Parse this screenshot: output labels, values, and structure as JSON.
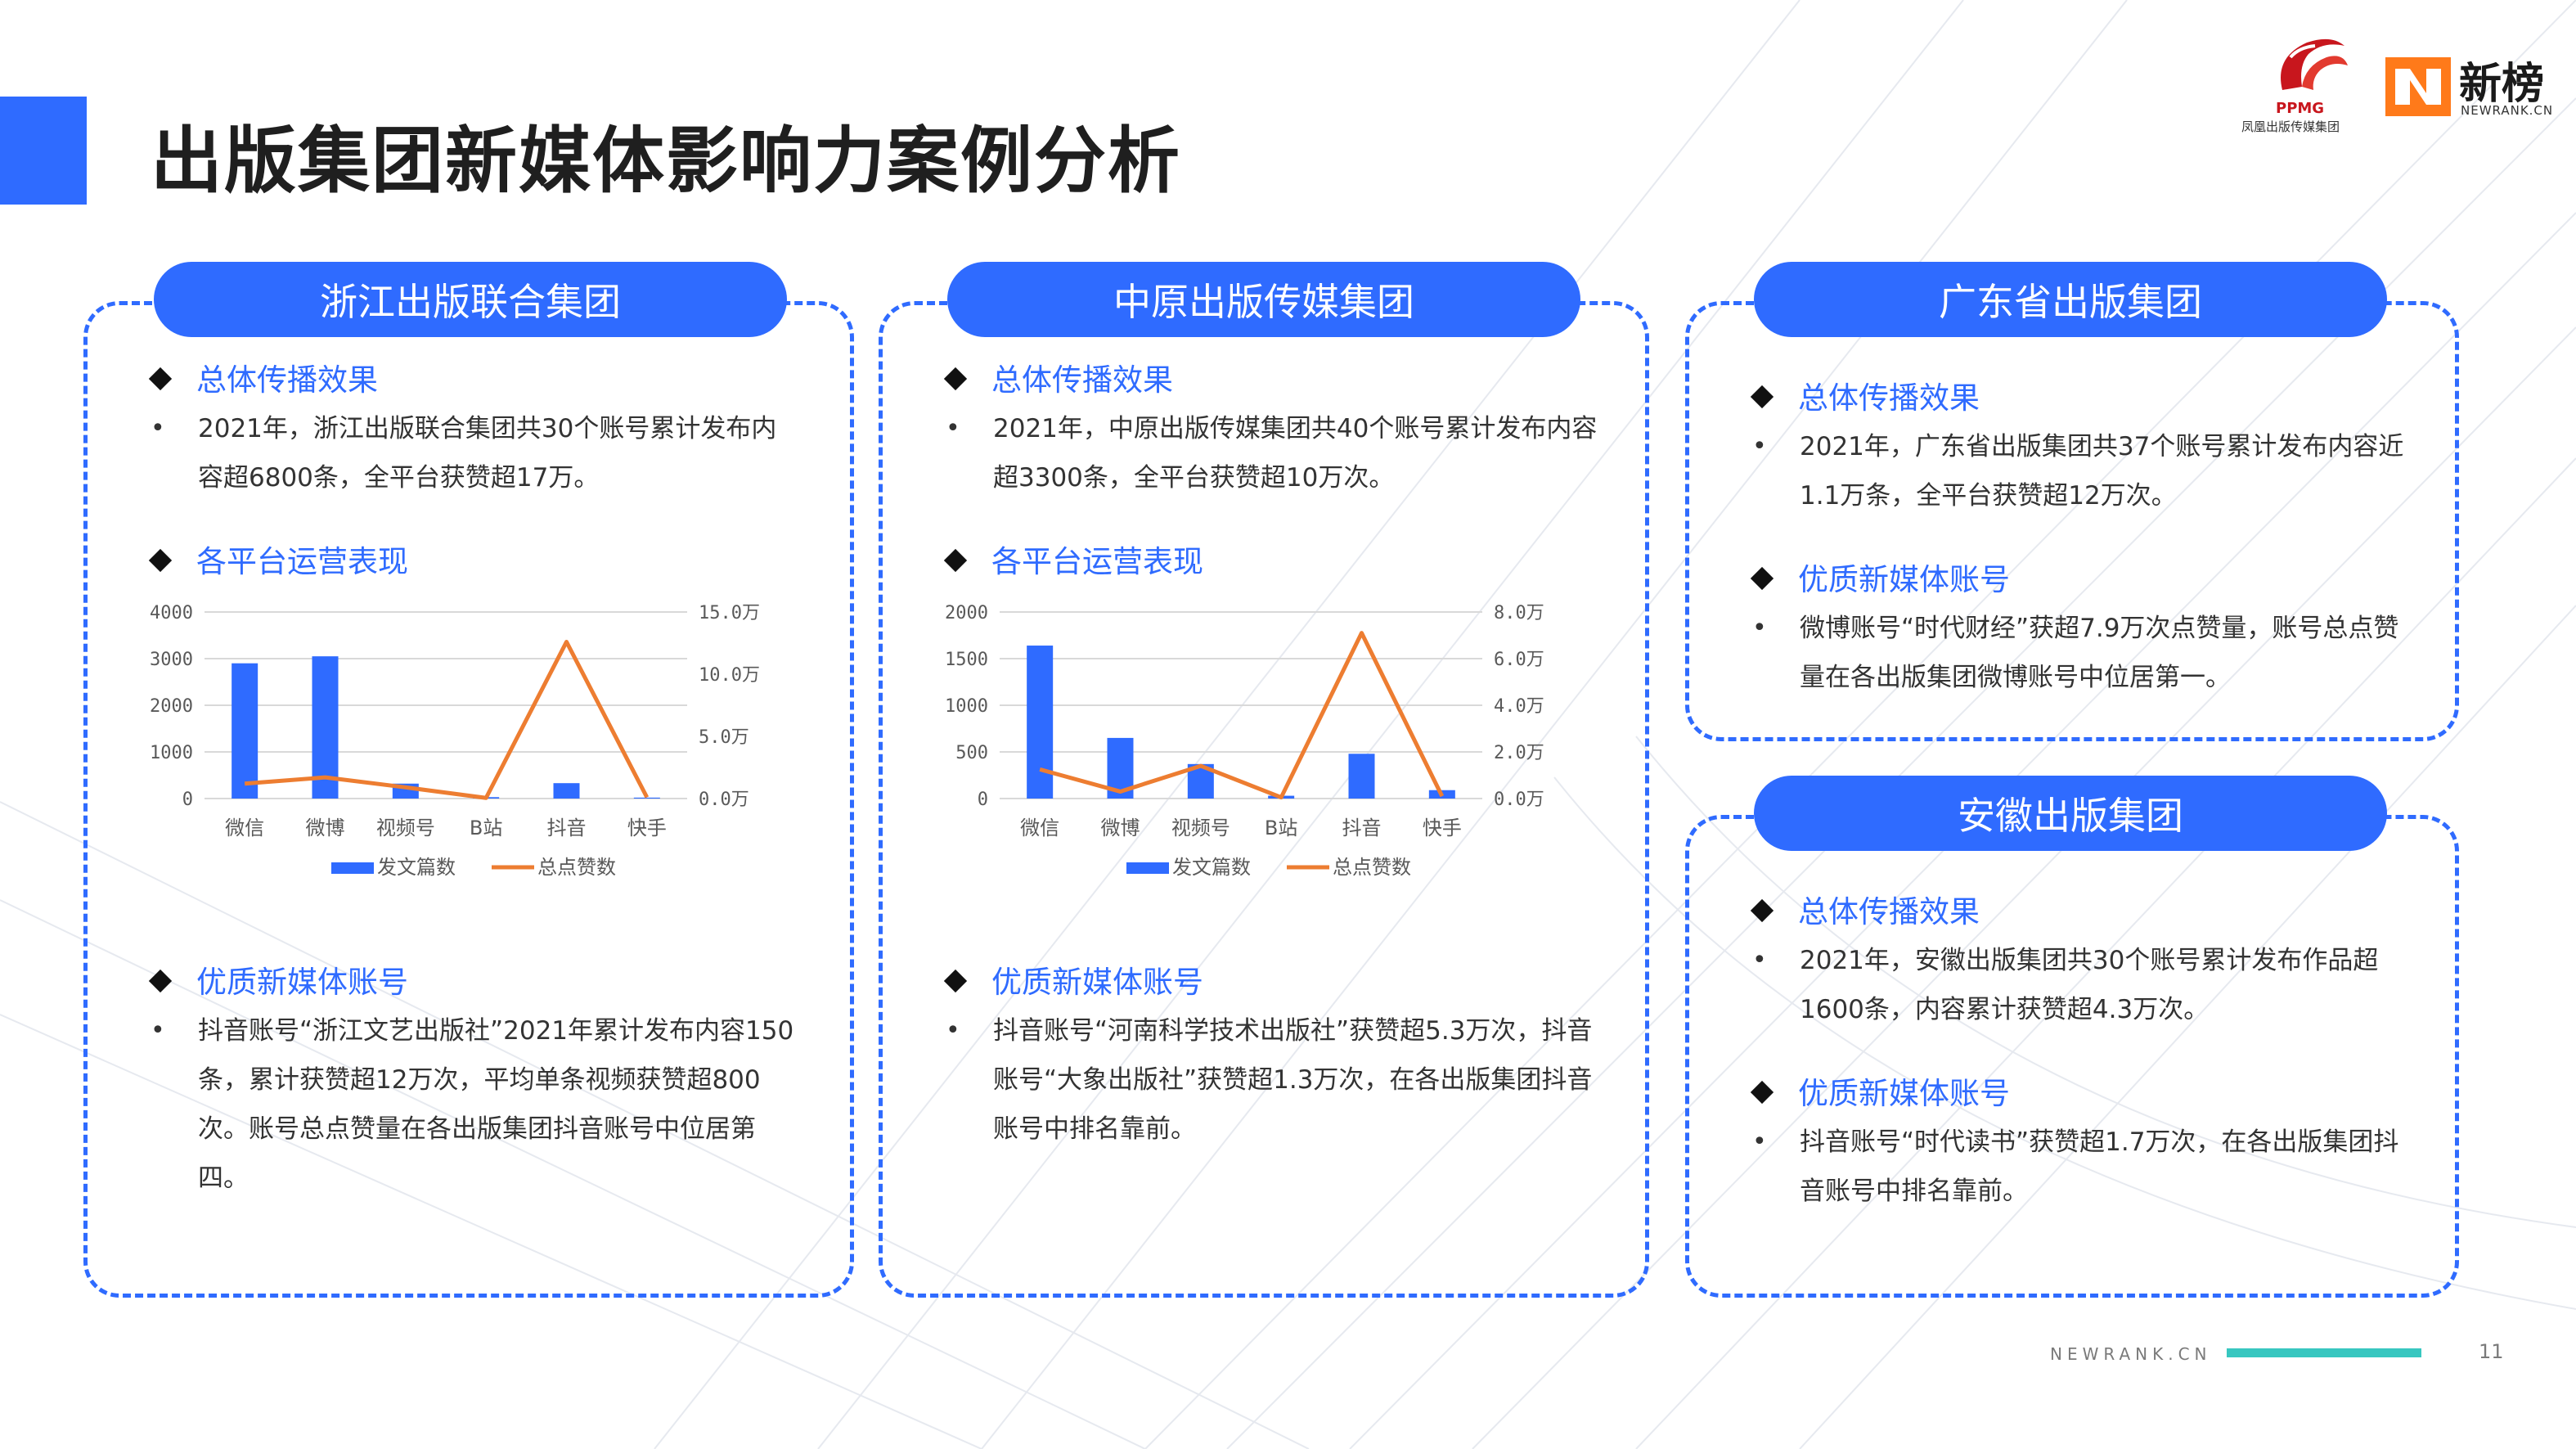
{
  "page": {
    "title": "出版集团新媒体影响力案例分析",
    "footer_url": "NEWRANK.CN",
    "page_number": "11"
  },
  "logos": {
    "ppmg_text": "PPMG",
    "ppmg_sub": "凤凰出版传媒集团",
    "newrank_cn": "新榜",
    "newrank_en": "NEWRANK.CN"
  },
  "colors": {
    "accent": "#2f6bff",
    "line_series": "#ed7d31",
    "footer_bar": "#38c7c0"
  },
  "cards": {
    "zhejiang": {
      "header": "浙江出版联合集团",
      "sec1": "总体传播效果",
      "text1": "2021年，浙江出版联合集团共30个账号累计发布内容超6800条，全平台获赞超17万。",
      "sec2": "各平台运营表现",
      "sec3": "优质新媒体账号",
      "text3": "抖音账号“浙江文艺出版社”2021年累计发布内容150条，累计获赞超12万次，平均单条视频获赞超800次。账号总点赞量在各出版集团抖音账号中位居第四。"
    },
    "zhongyuan": {
      "header": "中原出版传媒集团",
      "sec1": "总体传播效果",
      "text1": "2021年，中原出版传媒集团共40个账号累计发布内容超3300条，全平台获赞超10万次。",
      "sec2": "各平台运营表现",
      "sec3": "优质新媒体账号",
      "text3": "抖音账号“河南科学技术出版社”获赞超5.3万次，抖音账号“大象出版社”获赞超1.3万次，在各出版集团抖音账号中排名靠前。"
    },
    "guangdong": {
      "header": "广东省出版集团",
      "sec1": "总体传播效果",
      "text1": "2021年，广东省出版集团共37个账号累计发布内容近1.1万条，全平台获赞超12万次。",
      "sec2": "优质新媒体账号",
      "text2": "微博账号“时代财经”获超7.9万次点赞量，账号总点赞量在各出版集团微博账号中位居第一。"
    },
    "anhui": {
      "header": "安徽出版集团",
      "sec1": "总体传播效果",
      "text1": "2021年，安徽出版集团共30个账号累计发布作品超1600条，内容累计获赞超4.3万次。",
      "sec2": "优质新媒体账号",
      "text2": "抖音账号“时代读书”获赞超1.7万次，在各出版集团抖音账号中排名靠前。"
    }
  },
  "chart_data": [
    {
      "type": "bar",
      "categories": [
        "微信",
        "微博",
        "视频号",
        "B站",
        "抖音",
        "快手"
      ],
      "y_left_ticks": [
        "4000",
        "3000",
        "2000",
        "1000",
        "0"
      ],
      "y_right_ticks": [
        "15.0万",
        "10.0万",
        "5.0万",
        "0.0万"
      ],
      "ylim_left": [
        0,
        4000
      ],
      "ylim_right": [
        0,
        150000
      ],
      "grid": true,
      "legend_position": "bottom",
      "series": [
        {
          "name": "发文篇数",
          "kind": "bar",
          "axis": "left",
          "color": "#2f6bff",
          "values": [
            2900,
            3050,
            320,
            30,
            330,
            20
          ]
        },
        {
          "name": "总点赞数",
          "kind": "line",
          "axis": "right",
          "color": "#ed7d31",
          "values": [
            12000,
            17000,
            9000,
            500,
            126000,
            1000
          ]
        }
      ]
    },
    {
      "type": "bar",
      "categories": [
        "微信",
        "微博",
        "视频号",
        "B站",
        "抖音",
        "快手"
      ],
      "y_left_ticks": [
        "2000",
        "1500",
        "1000",
        "500",
        "0"
      ],
      "y_right_ticks": [
        "8.0万",
        "6.0万",
        "4.0万",
        "2.0万",
        "0.0万"
      ],
      "ylim_left": [
        0,
        2000
      ],
      "ylim_right": [
        0,
        80000
      ],
      "grid": true,
      "legend_position": "bottom",
      "series": [
        {
          "name": "发文篇数",
          "kind": "bar",
          "axis": "left",
          "color": "#2f6bff",
          "values": [
            1640,
            650,
            370,
            30,
            480,
            90
          ]
        },
        {
          "name": "总点赞数",
          "kind": "line",
          "axis": "right",
          "color": "#ed7d31",
          "values": [
            12500,
            3000,
            14000,
            500,
            71000,
            1000
          ]
        }
      ]
    }
  ]
}
